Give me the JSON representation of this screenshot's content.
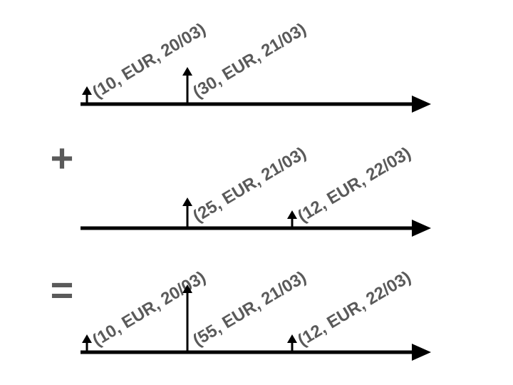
{
  "operators": {
    "plus": "+",
    "equals": "="
  },
  "timelines": [
    {
      "id": "first",
      "flows": [
        {
          "amount": 10,
          "currency": "EUR",
          "date": "20/03",
          "label": "(10, EUR, 20/03)"
        },
        {
          "amount": 30,
          "currency": "EUR",
          "date": "21/03",
          "label": "(30, EUR, 21/03)"
        }
      ]
    },
    {
      "id": "second",
      "flows": [
        {
          "amount": 25,
          "currency": "EUR",
          "date": "21/03",
          "label": "(25, EUR, 21/03)"
        },
        {
          "amount": 12,
          "currency": "EUR",
          "date": "22/03",
          "label": "(12, EUR, 22/03)"
        }
      ]
    },
    {
      "id": "result",
      "flows": [
        {
          "amount": 10,
          "currency": "EUR",
          "date": "20/03",
          "label": "(10, EUR, 20/03)"
        },
        {
          "amount": 55,
          "currency": "EUR",
          "date": "21/03",
          "label": "(55, EUR, 21/03)"
        },
        {
          "amount": 12,
          "currency": "EUR",
          "date": "22/03",
          "label": "(12, EUR, 22/03)"
        }
      ]
    }
  ],
  "colors": {
    "axis": "#000000",
    "label": "#5a5a5a"
  }
}
